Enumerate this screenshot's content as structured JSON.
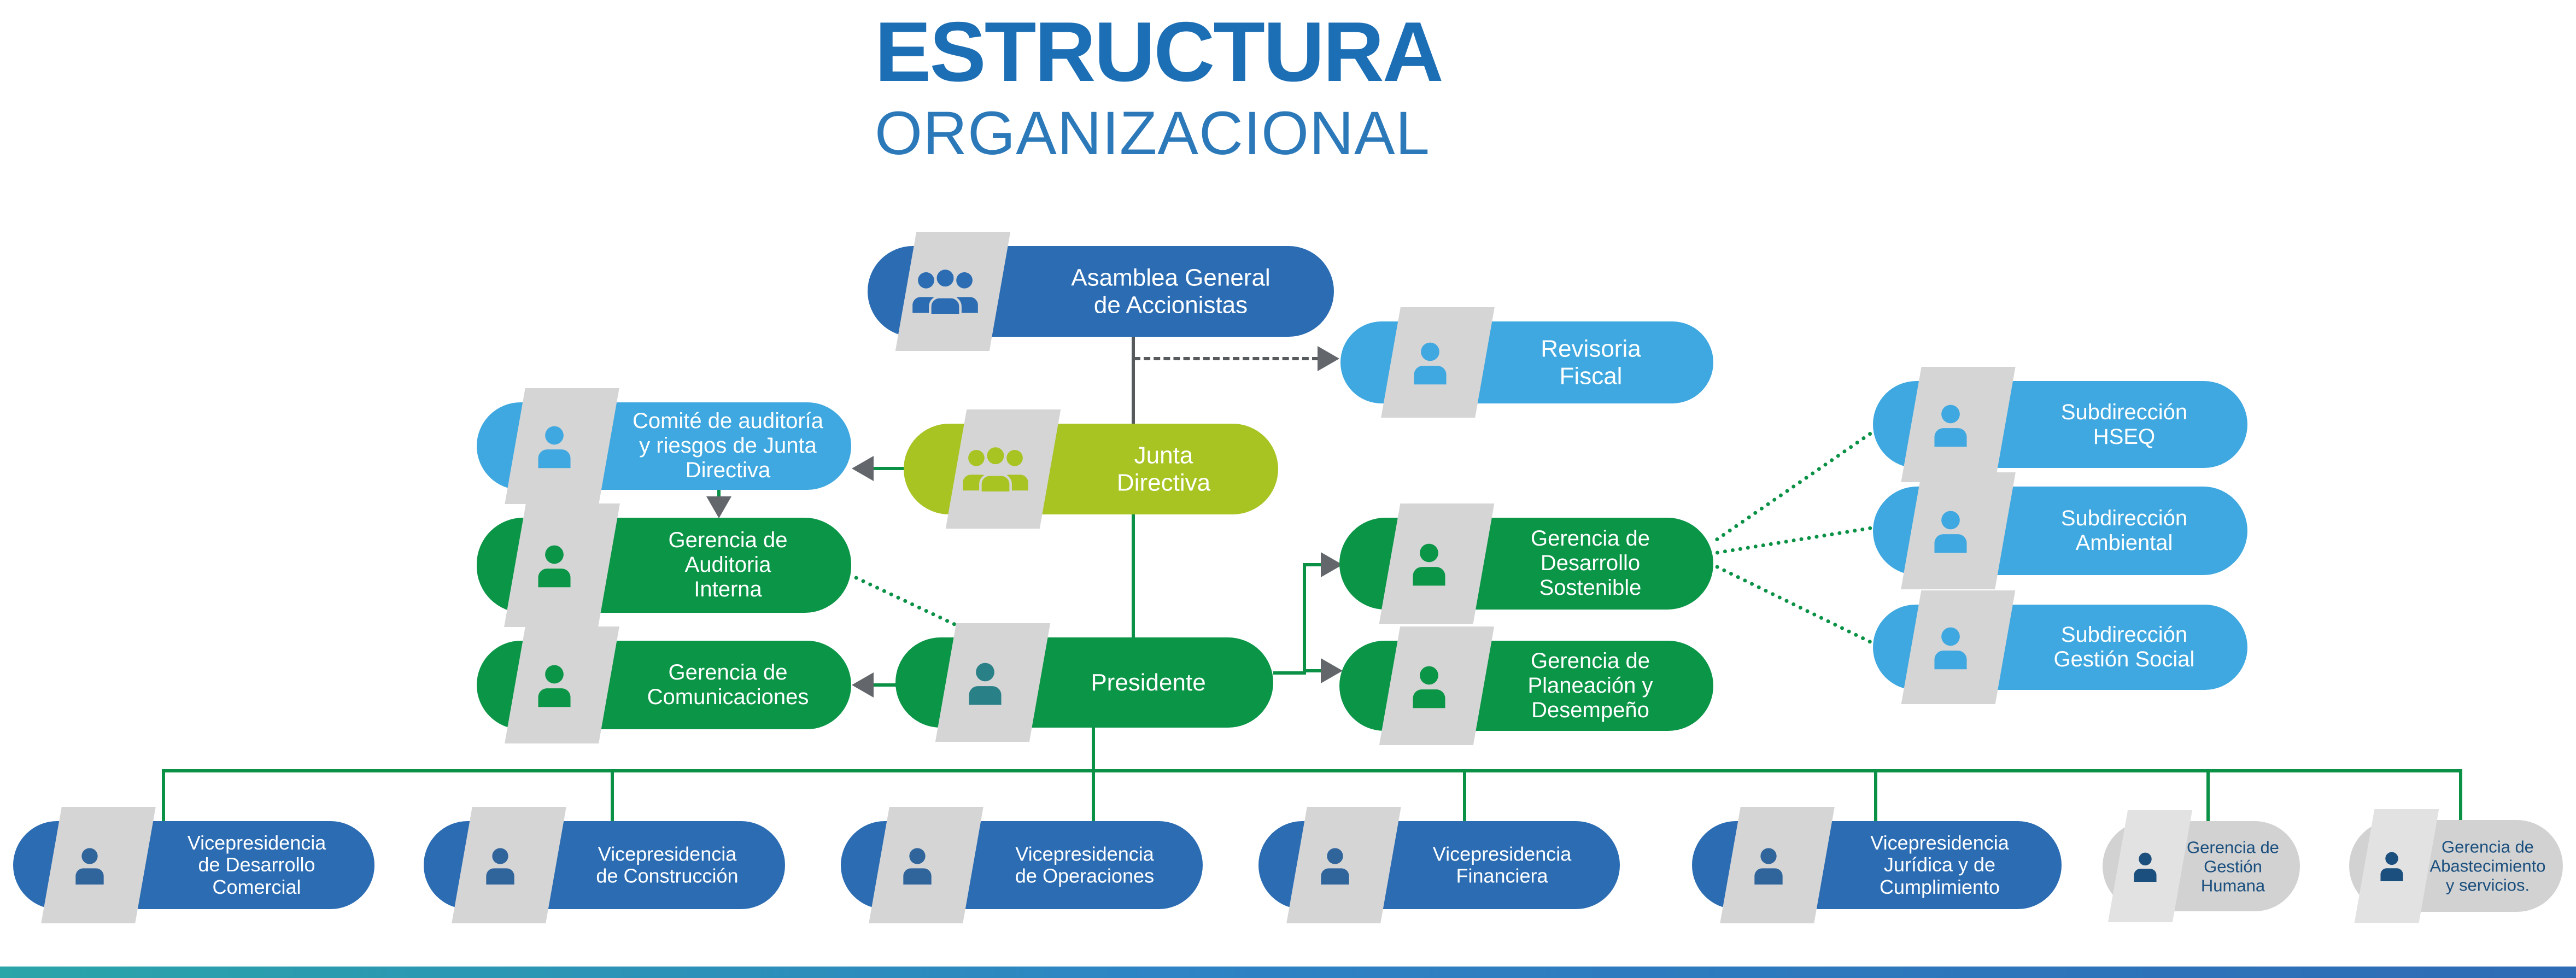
{
  "title": {
    "line1": "ESTRUCTURA",
    "line2": "ORGANIZACIONAL"
  },
  "colors": {
    "title_blue": "#1d6fb5",
    "dark_blue_node": "#2b6cb3",
    "light_blue_node": "#3fa8e0",
    "lime_node": "#a7c423",
    "green_node": "#0b9547",
    "gray_node": "#d2d2d2",
    "band_gray": "#d5d5d5",
    "president_icon_teal": "#2a8087",
    "gray_node_text_navy": "#1b4f7e",
    "connector_green": "#0a9145",
    "connector_gray": "#575a5d",
    "arrowhead_gray": "#63676b",
    "footer_gradient": [
      "#2aa5a8",
      "#2e84c4",
      "#2e6cb5"
    ]
  },
  "nodes": {
    "asamblea": {
      "label": "Asamblea General\nde Accionistas",
      "icon": "people-icon"
    },
    "revisoria": {
      "label": "Revisoria\nFiscal",
      "icon": "person-icon"
    },
    "junta": {
      "label": "Junta\nDirectiva",
      "icon": "people-icon"
    },
    "comite": {
      "label": "Comité de auditoría\ny riesgos de Junta\nDirectiva",
      "icon": "person-icon"
    },
    "auditoria": {
      "label": "Gerencia de\nAuditoria\nInterna",
      "icon": "person-icon"
    },
    "comunicaciones": {
      "label": "Gerencia de\nComunicaciones",
      "icon": "person-icon"
    },
    "presidente": {
      "label": "Presidente",
      "icon": "person-icon"
    },
    "desarrollo": {
      "label": "Gerencia de\nDesarrollo\nSostenible",
      "icon": "person-icon"
    },
    "planeacion": {
      "label": "Gerencia de\nPlaneación y\nDesempeño",
      "icon": "person-icon"
    },
    "hseq": {
      "label": "Subdirección\nHSEQ",
      "icon": "person-icon"
    },
    "ambiental": {
      "label": "Subdirección\nAmbiental",
      "icon": "person-icon"
    },
    "social": {
      "label": "Subdirección\nGestión Social",
      "icon": "person-icon"
    },
    "vcomercial": {
      "label": "Vicepresidencia\nde Desarrollo\nComercial",
      "icon": "person-icon"
    },
    "vconstruccion": {
      "label": "Vicepresidencia\nde Construcción",
      "icon": "person-icon"
    },
    "voperaciones": {
      "label": "Vicepresidencia\nde Operaciones",
      "icon": "person-icon"
    },
    "vfinanciera": {
      "label": "Vicepresidencia\nFinanciera",
      "icon": "person-icon"
    },
    "vjuridica": {
      "label": "Vicepresidencia\nJurídica y de\nCumplimiento",
      "icon": "person-icon"
    },
    "ghumana": {
      "label": "Gerencia de\nGestión\nHumana",
      "icon": "person-icon"
    },
    "gabastecimiento": {
      "label": "Gerencia de\nAbastecimiento\ny servicios.",
      "icon": "person-icon"
    }
  }
}
